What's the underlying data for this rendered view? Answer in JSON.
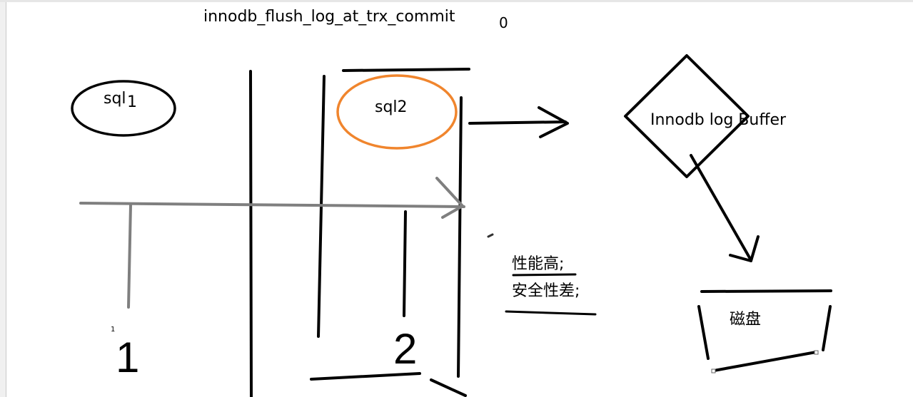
{
  "title": "innodb_flush_log_at_trx_commit",
  "value_label": "0",
  "sql1": {
    "main": "sql",
    "subscript": "1"
  },
  "sql2": "sql2",
  "buffer_label": "Innodb log Buffer",
  "notes": [
    "性能高;",
    "安全性差;"
  ],
  "disk_label": "磁盘",
  "marker_small": "1",
  "marker_one": "1",
  "marker_two": "2",
  "colors": {
    "ink": "#000000",
    "timeline": "#7f7f7f",
    "highlight": "#f0852d"
  }
}
